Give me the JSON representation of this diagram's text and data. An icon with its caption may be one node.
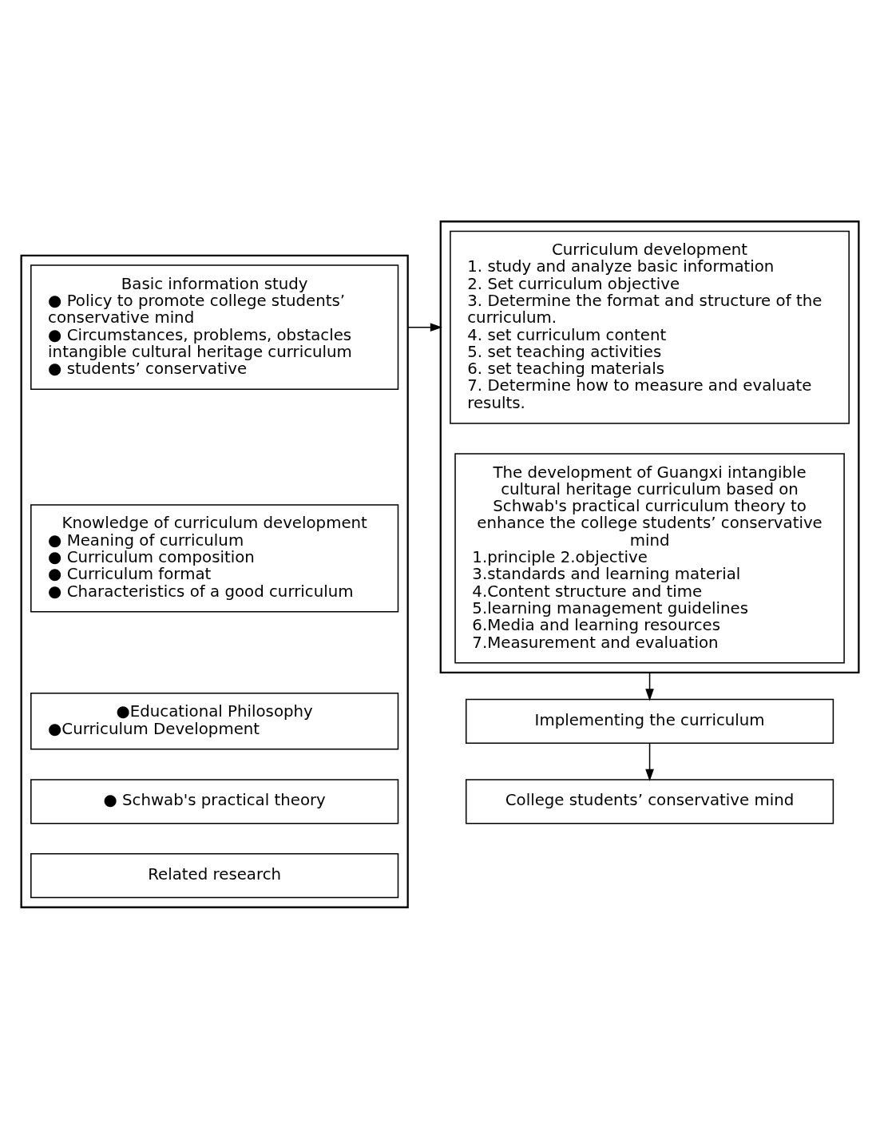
{
  "diagram": {
    "nodes": [
      {
        "text": [],
        "shape": "box"
      },
      {
        "text": [
          "Basic information study",
          "● Policy to promote college students’ conservative mind",
          "● Circumstances, problems, obstacles intangible cultural heritage curriculum",
          "● students’ conservative"
        ],
        "in": 0
      },
      {
        "text": [
          "Knowledge of curriculum development",
          "● Meaning of curriculum",
          "● Curriculum composition",
          "● Curriculum format",
          "● Characteristics of a good curriculum"
        ],
        "in": 0
      },
      {
        "text": [
          "●Educational Philosophy",
          "●Curriculum Development"
        ],
        "in": 0
      },
      {
        "text": [
          "● Schwab's practical theory"
        ],
        "in": 0
      },
      {
        "text": [
          "Related research"
        ],
        "in": 0
      },
      {
        "text": [],
        "shape": "box"
      },
      {
        "text": [
          "Curriculum development",
          "1. study and analyze basic information",
          "2. Set curriculum objective",
          "3. Determine the format and structure of the curriculum.",
          "4. set curriculum content",
          "5. set teaching activities",
          "6. set teaching materials",
          "7. Determine how to measure and evaluate results."
        ],
        "in": 6
      },
      {
        "text": [
          "The development of Guangxi intangible cultural heritage curriculum based on Schwab's practical curriculum theory to enhance the college students’ conservative mind",
          "1.principle 2.objective",
          "3.standards and learning material",
          "4.Content structure and time",
          "5.learning management guidelines",
          "6.Media and learning resources",
          "7.Measurement and evaluation"
        ],
        "in": 6
      },
      {
        "text": [
          "Implementing the curriculum"
        ]
      },
      {
        "text": [
          "College students’ conservative mind"
        ]
      }
    ],
    "edges": [
      {
        "from": 0,
        "to": 6,
        "arrow": "to"
      },
      {
        "from": 6,
        "to": 9,
        "arrow": "to"
      },
      {
        "from": 9,
        "to": 10,
        "arrow": "to"
      }
    ]
  }
}
